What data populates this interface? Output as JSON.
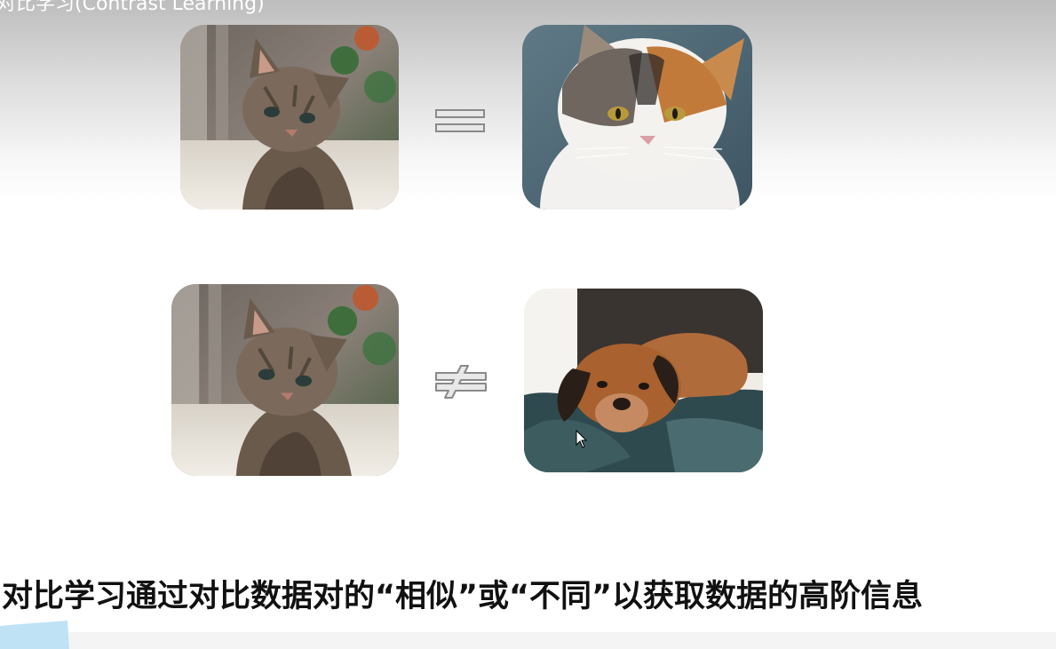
{
  "slide": {
    "title": "对比学习(Contrast Learning)",
    "caption": "对比学习通过对比数据对的“相似”或“不同”以获取数据的高阶信息"
  },
  "images": {
    "top_left": "kitten-photo",
    "top_right": "calico-cat-photo",
    "bottom_left": "kitten-photo",
    "bottom_right": "dog-photo"
  },
  "symbols": {
    "top": "equals-icon",
    "bottom": "not-equals-icon"
  },
  "colors": {
    "caption_text": "#111111",
    "symbol_stroke": "#8a8a8a",
    "highlight": "#bfe3f5"
  }
}
